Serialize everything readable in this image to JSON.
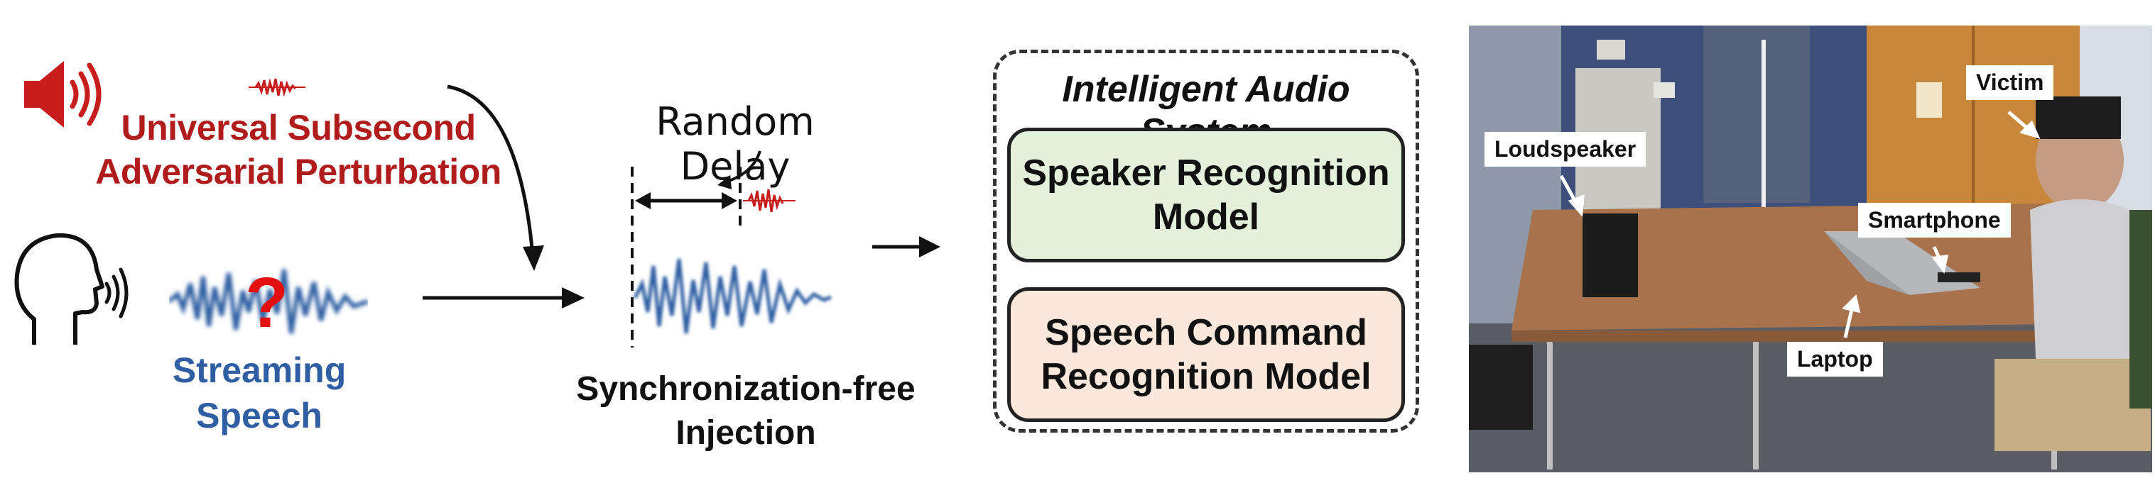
{
  "perturbation": {
    "line1": "Universal Subsecond",
    "line2": "Adversarial Perturbation"
  },
  "speech": {
    "line1": "Streaming",
    "line2": "Speech",
    "question_mark": "?"
  },
  "delay": {
    "label": "Random Delay"
  },
  "injection": {
    "line1": "Synchronization-free",
    "line2": "Injection"
  },
  "system": {
    "title": "Intelligent Audio System",
    "models": [
      {
        "line1": "Speaker Recognition",
        "line2": "Model"
      },
      {
        "line1": "Speech Command",
        "line2": "Recognition Model"
      }
    ]
  },
  "photo_labels": {
    "victim": "Victim",
    "loudspeaker": "Loudspeaker",
    "smartphone": "Smartphone",
    "laptop": "Laptop"
  },
  "colors": {
    "perturbation_red": "#b01c1c",
    "speech_blue": "#2f5ea3",
    "speaker_model_bg": "#e3f1dc",
    "command_model_bg": "#fbe8dd"
  }
}
